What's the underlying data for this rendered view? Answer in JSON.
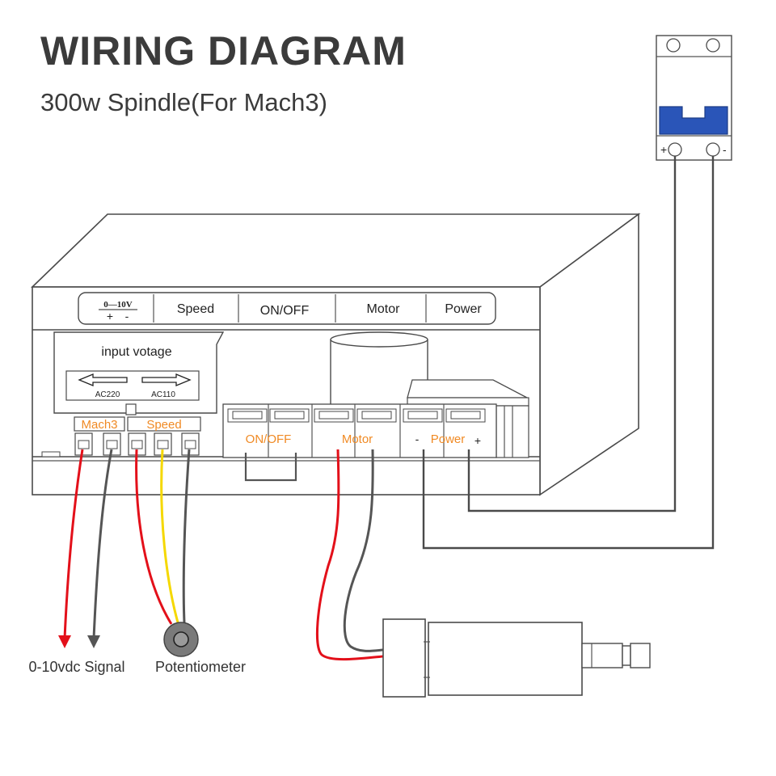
{
  "header": {
    "title": "WIRING DIAGRAM",
    "subtitle": "300w Spindle(For Mach3)"
  },
  "panel": {
    "range_top": "0—10V",
    "range_plus": "+",
    "range_minus": "-",
    "labels": [
      "Speed",
      "ON/OFF",
      "Motor",
      "Power"
    ]
  },
  "voltage_box": {
    "title": "input votage",
    "left": "AC220",
    "right": "AC110"
  },
  "terminals": {
    "mach3": "Mach3",
    "speed": "Speed",
    "onoff": "ON/OFF",
    "motor": "Motor",
    "power_minus": "-",
    "power": "Power",
    "power_plus": "+"
  },
  "breaker": {
    "plus": "+",
    "minus": "-"
  },
  "bottom_labels": {
    "signal": "0-10vdc Signal",
    "potentiometer": "Potentiometer"
  },
  "colors": {
    "wire_red": "#e3101a",
    "wire_yellow": "#f5d800",
    "wire_gray": "#555555",
    "breaker_switch": "#2a55b8",
    "label_orange": "#f08a24"
  }
}
